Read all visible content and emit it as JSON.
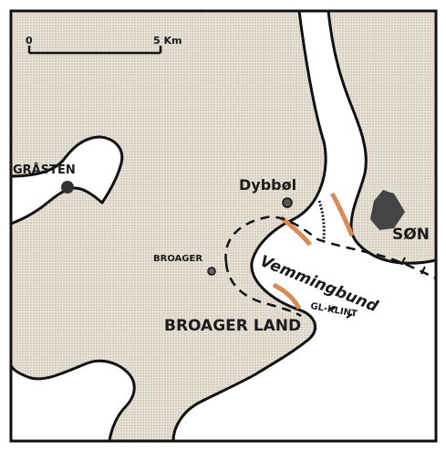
{
  "map": {
    "scale_bar": {
      "zero_label": "0",
      "end_label": "5 Km"
    },
    "places": {
      "grasten": "GRÅSTEN",
      "dybbol": "Dybbøl",
      "broager_town": "BROAGER",
      "sonderborg_partial": "SØN",
      "broager_land": "BROAGER LAND",
      "vemmingbund": "Vemmingbund",
      "gl_klint": "GL-KLINT"
    },
    "colors": {
      "land": "#e9e2d6",
      "water": "#ffffff",
      "outline": "#111111",
      "cliff": "#d98a55",
      "town": "#444444"
    }
  }
}
